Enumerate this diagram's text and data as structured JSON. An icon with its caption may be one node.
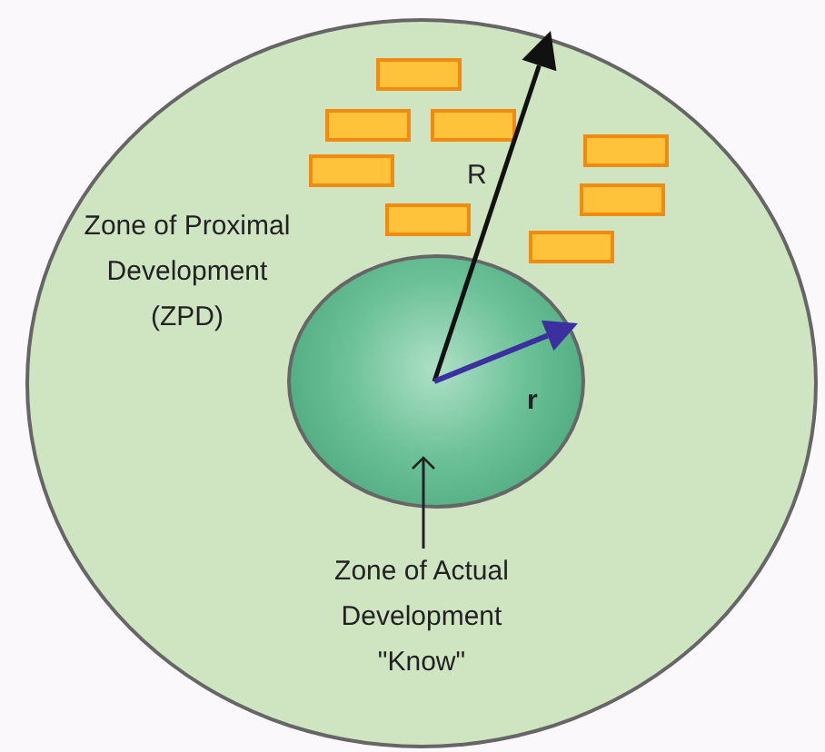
{
  "diagram": {
    "nodes": [
      {
        "text": [
          "Zone of Proximal Development (ZPD)"
        ]
      },
      {
        "text": [],
        "shape": "circle",
        "in": 0
      },
      {
        "text": [
          "Zone of Actual Development \"Know\""
        ],
        "in": 0
      }
    ],
    "edges": [
      {
        "from": 2,
        "to": 1,
        "arrow": "to"
      }
    ],
    "labels": [
      "R",
      "r"
    ]
  }
}
